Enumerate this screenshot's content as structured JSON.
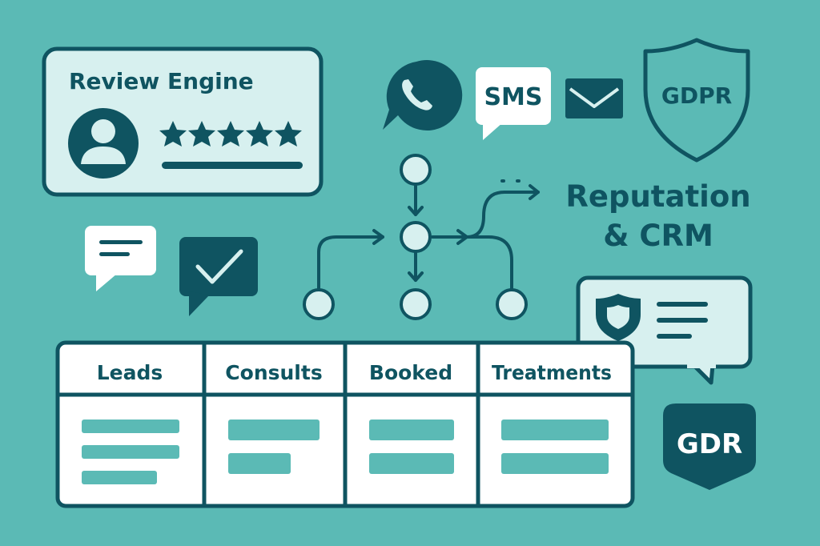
{
  "colors": {
    "background": "#5BBAB5",
    "dark": "#0F5461",
    "light": "#D7F0EF",
    "white": "#FFFFFF",
    "bar": "#5BBAB5"
  },
  "review_card": {
    "title": "Review Engine",
    "rating": 5,
    "icons": [
      "user-avatar-icon",
      "star-icon"
    ]
  },
  "channels": {
    "whatsapp_icon": "whatsapp-icon",
    "sms_label": "SMS",
    "email_icon": "envelope-icon"
  },
  "gdpr_shield": {
    "label": "GDPR"
  },
  "headline": {
    "line1": "Reputation",
    "line2": "& CRM"
  },
  "pipeline": {
    "columns": [
      "Leads",
      "Consults",
      "Booked",
      "Treatments"
    ],
    "bar_counts": [
      3,
      2,
      2,
      2
    ]
  },
  "gdr_badge": {
    "label": "GDR"
  },
  "icons": [
    "chat-bubble-icon",
    "checkmark-bubble-icon",
    "shield-message-icon",
    "workflow-diagram-icon"
  ]
}
